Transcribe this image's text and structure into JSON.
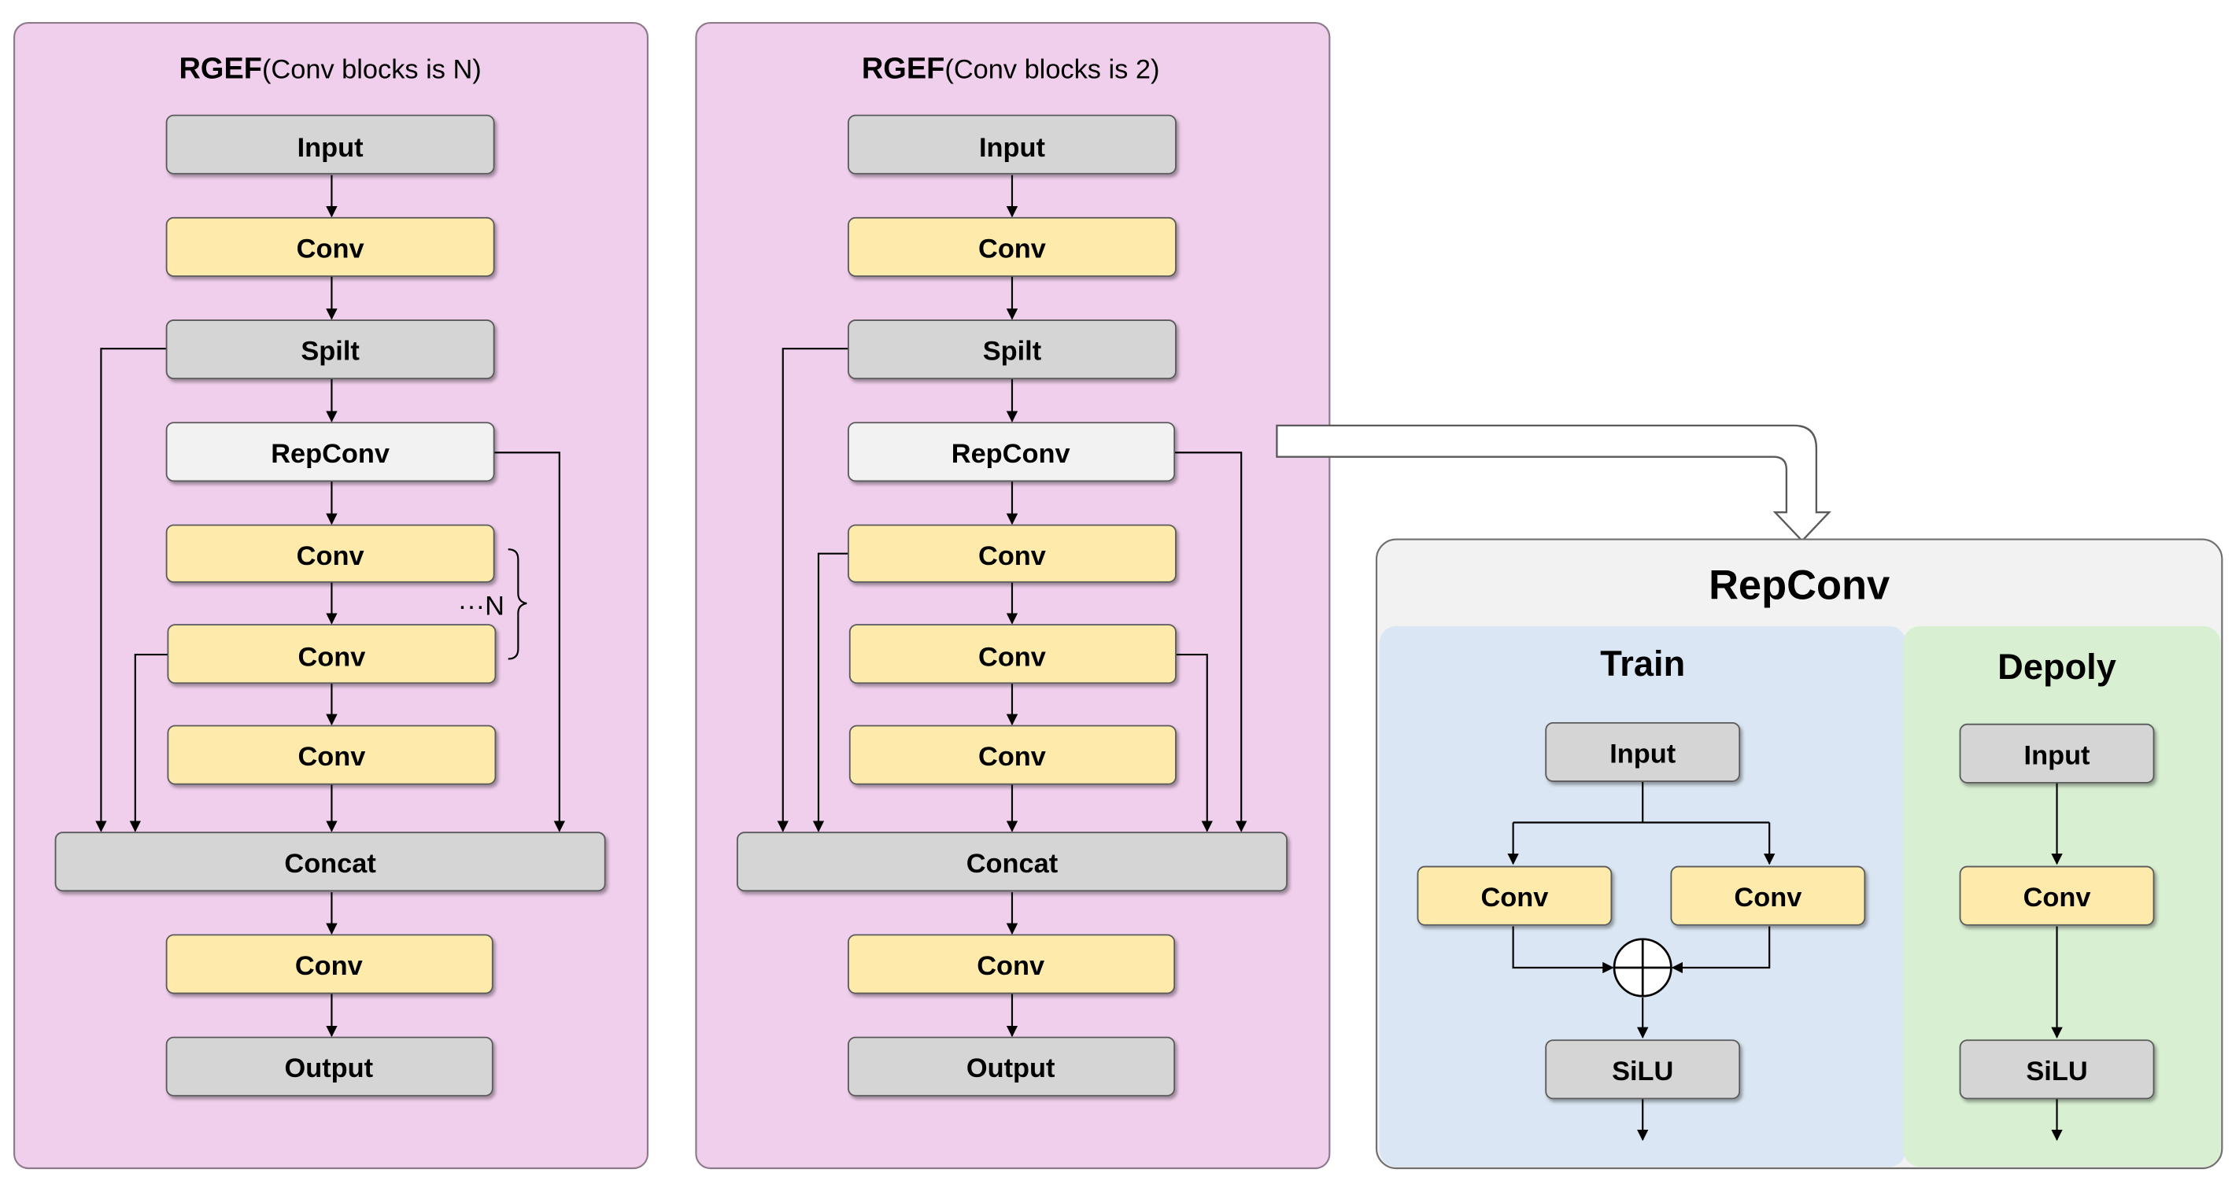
{
  "colors": {
    "panel_pink": "#F0CFEC",
    "panel_pink_border": "#8F7A8C",
    "panel_gray": "#F2F2F2",
    "panel_blue": "#DAE6F3",
    "panel_green": "#D8EFD2",
    "node_gray": "#D5D5D5",
    "node_yellow": "#FEEBAB",
    "node_white": "#F2F2F2",
    "node_border": "#5A5A5A",
    "line": "#000000"
  },
  "panel_left": {
    "title_bold": "RGEF",
    "title_rest": "(Conv blocks is N)",
    "nodes": {
      "input": "Input",
      "conv1": "Conv",
      "split": "Spilt",
      "repconv": "RepConv",
      "conv2": "Conv",
      "conv3": "Conv",
      "conv4": "Conv",
      "concat": "Concat",
      "conv5": "Conv",
      "output": "Output"
    },
    "brace_label": "···N"
  },
  "panel_middle": {
    "title_bold": "RGEF",
    "title_rest": "(Conv blocks is 2)",
    "nodes": {
      "input": "Input",
      "conv1": "Conv",
      "split": "Spilt",
      "repconv": "RepConv",
      "conv2": "Conv",
      "conv3": "Conv",
      "conv4": "Conv",
      "concat": "Concat",
      "conv5": "Conv",
      "output": "Output"
    }
  },
  "repconv_panel": {
    "title": "RepConv",
    "train": {
      "title": "Train",
      "input": "Input",
      "conv_left": "Conv",
      "conv_right": "Conv",
      "silu": "SiLU"
    },
    "deploy": {
      "title": "Depoly",
      "input": "Input",
      "conv": "Conv",
      "silu": "SiLU"
    }
  }
}
